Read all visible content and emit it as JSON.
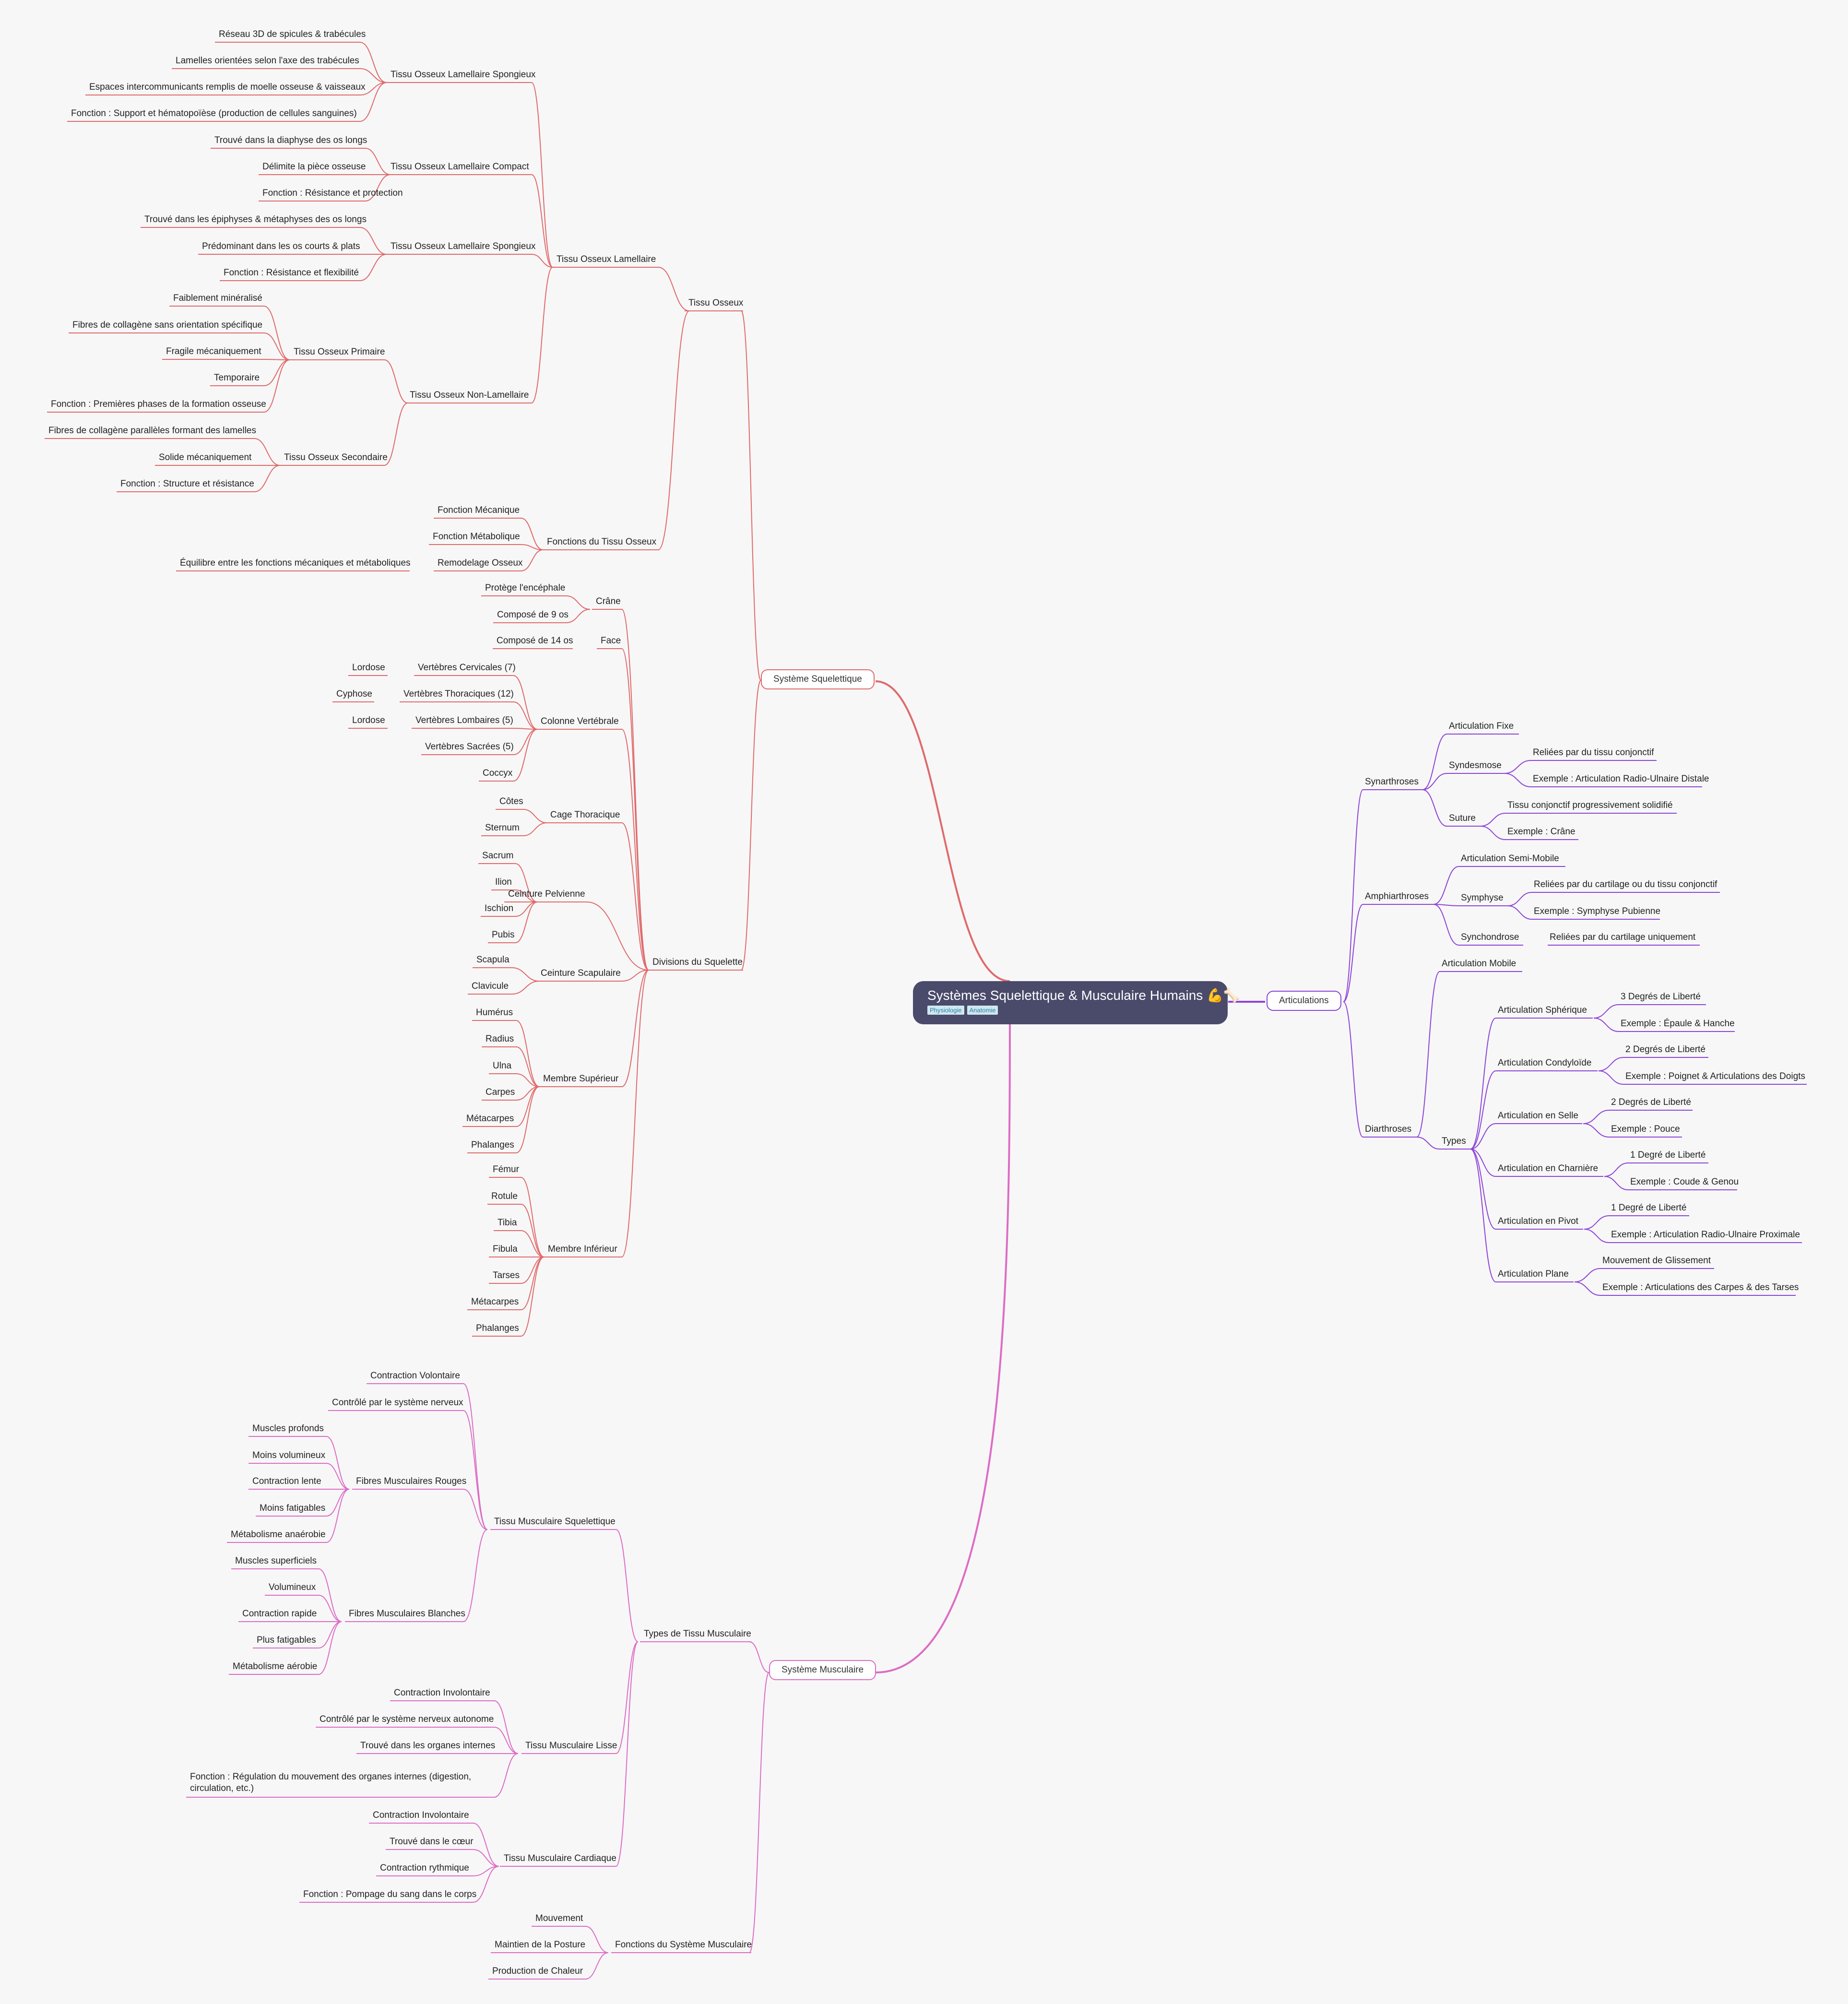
{
  "title": "Systèmes Squelettique & Musculaire Humains 💪🦴",
  "tags": [
    "Physiologie",
    "Anatomie"
  ],
  "colors": {
    "skeletal": "#e06a6a",
    "muscular": "#dd6cc4",
    "articulations": "#8e44d6",
    "root": "#4a4a6b"
  },
  "branches": {
    "skeletal": "Système Squelettique",
    "muscular": "Système Musculaire",
    "articulations": "Articulations"
  },
  "skeletal": {
    "tissu": "Tissu Osseux",
    "lamellaire": "Tissu Osseux Lamellaire",
    "spong1": "Tissu Osseux Lamellaire Spongieux",
    "spong1_items": [
      "Réseau 3D de spicules & trabécules",
      "Lamelles orientées selon l'axe des trabécules",
      "Espaces intercommunicants remplis de moelle osseuse & vaisseaux",
      "Fonction : Support et hématopoïèse (production de cellules sanguines)"
    ],
    "compact": "Tissu Osseux Lamellaire Compact",
    "compact_items": [
      "Trouvé dans la diaphyse des os longs",
      "Délimite la pièce osseuse",
      "Fonction : Résistance et protection"
    ],
    "spong2": "Tissu Osseux Lamellaire Spongieux",
    "spong2_items": [
      "Trouvé dans les épiphyses & métaphyses des os longs",
      "Prédominant dans les os courts & plats",
      "Fonction : Résistance et flexibilité"
    ],
    "nonlam": "Tissu Osseux Non-Lamellaire",
    "primaire": "Tissu Osseux Primaire",
    "primaire_items": [
      "Faiblement minéralisé",
      "Fibres de collagène sans orientation spécifique",
      "Fragile mécaniquement",
      "Temporaire",
      "Fonction : Premières phases de la formation osseuse"
    ],
    "secondaire": "Tissu Osseux Secondaire",
    "secondaire_items": [
      "Fibres de collagène parallèles formant des lamelles",
      "Solide mécaniquement",
      "Fonction : Structure et résistance"
    ],
    "fonctions": "Fonctions du Tissu Osseux",
    "fonctions_items": [
      "Fonction Mécanique",
      "Fonction Métabolique",
      "Remodelage Osseux"
    ],
    "remodelage_detail": "Équilibre entre les fonctions mécaniques et métaboliques",
    "divisions": "Divisions du Squelette",
    "crane": "Crâne",
    "crane_items": [
      "Protège l'encéphale",
      "Composé de 9 os"
    ],
    "face": "Face",
    "face_items": [
      "Composé de 14 os"
    ],
    "colonne": "Colonne Vertébrale",
    "colonne_items": [
      "Vertèbres Cervicales (7)",
      "Vertèbres Thoraciques (12)",
      "Vertèbres Lombaires (5)",
      "Vertèbres Sacrées (5)",
      "Coccyx"
    ],
    "courbures": [
      "Lordose",
      "Cyphose",
      "Lordose"
    ],
    "cage": "Cage Thoracique",
    "cage_items": [
      "Côtes",
      "Sternum"
    ],
    "pelvienne": "Ceinture Pelvienne",
    "pelvienne_items": [
      "Sacrum",
      "Ilion",
      "Ischion",
      "Pubis"
    ],
    "scapulaire": "Ceinture Scapulaire",
    "scapulaire_items": [
      "Scapula",
      "Clavicule"
    ],
    "superieur": "Membre Supérieur",
    "superieur_items": [
      "Humérus",
      "Radius",
      "Ulna",
      "Carpes",
      "Métacarpes",
      "Phalanges"
    ],
    "inferieur": "Membre Inférieur",
    "inferieur_items": [
      "Fémur",
      "Rotule",
      "Tibia",
      "Fibula",
      "Tarses",
      "Métacarpes",
      "Phalanges"
    ]
  },
  "muscular": {
    "types": "Types de Tissu Musculaire",
    "squel": "Tissu Musculaire Squelettique",
    "squel_items": [
      "Contraction Volontaire",
      "Contrôlé par le système nerveux"
    ],
    "rouges": "Fibres Musculaires Rouges",
    "rouges_items": [
      "Muscles profonds",
      "Moins volumineux",
      "Contraction lente",
      "Moins fatigables",
      "Métabolisme anaérobie"
    ],
    "blanches": "Fibres Musculaires Blanches",
    "blanches_items": [
      "Muscles superficiels",
      "Volumineux",
      "Contraction rapide",
      "Plus fatigables",
      "Métabolisme aérobie"
    ],
    "lisse": "Tissu Musculaire Lisse",
    "lisse_items": [
      "Contraction Involontaire",
      "Contrôlé par le système nerveux autonome",
      "Trouvé dans les organes internes",
      "Fonction : Régulation du mouvement des organes internes (digestion, circulation, etc.)"
    ],
    "cardiaque": "Tissu Musculaire Cardiaque",
    "cardiaque_items": [
      "Contraction Involontaire",
      "Trouvé dans le cœur",
      "Contraction rythmique",
      "Fonction : Pompage du sang dans le corps"
    ],
    "fonctions": "Fonctions du Système Musculaire",
    "fonctions_items": [
      "Mouvement",
      "Maintien de la Posture",
      "Production de Chaleur"
    ]
  },
  "articulations": {
    "synarthroses": "Synarthroses",
    "syn_fixe": "Articulation Fixe",
    "syndesmose": "Syndesmose",
    "syndesmose_items": [
      "Reliées par du tissu conjonctif",
      "Exemple : Articulation Radio-Ulnaire Distale"
    ],
    "suture": "Suture",
    "suture_items": [
      "Tissu conjonctif progressivement solidifié",
      "Exemple : Crâne"
    ],
    "amphiarthroses": "Amphiarthroses",
    "amph_semi": "Articulation Semi-Mobile",
    "symphyse": "Symphyse",
    "symphyse_items": [
      "Reliées par du cartilage ou du tissu conjonctif",
      "Exemple : Symphyse Pubienne"
    ],
    "synchondrose": "Synchondrose",
    "synchondrose_items": [
      "Reliées par du cartilage uniquement"
    ],
    "diarthroses": "Diarthroses",
    "dia_mobile": "Articulation Mobile",
    "types": "Types",
    "spherique": "Articulation Sphérique",
    "spherique_items": [
      "3 Degrés de Liberté",
      "Exemple : Épaule & Hanche"
    ],
    "condyloide": "Articulation Condyloïde",
    "condyloide_items": [
      "2 Degrés de Liberté",
      "Exemple : Poignet & Articulations des Doigts"
    ],
    "selle": "Articulation en Selle",
    "selle_items": [
      "2 Degrés de Liberté",
      "Exemple : Pouce"
    ],
    "charniere": "Articulation en Charnière",
    "charniere_items": [
      "1 Degré de Liberté",
      "Exemple : Coude & Genou"
    ],
    "pivot": "Articulation en Pivot",
    "pivot_items": [
      "1 Degré de Liberté",
      "Exemple : Articulation Radio-Ulnaire Proximale"
    ],
    "plane": "Articulation Plane",
    "plane_items": [
      "Mouvement de Glissement",
      "Exemple : Articulations des Carpes & des Tarses"
    ]
  }
}
